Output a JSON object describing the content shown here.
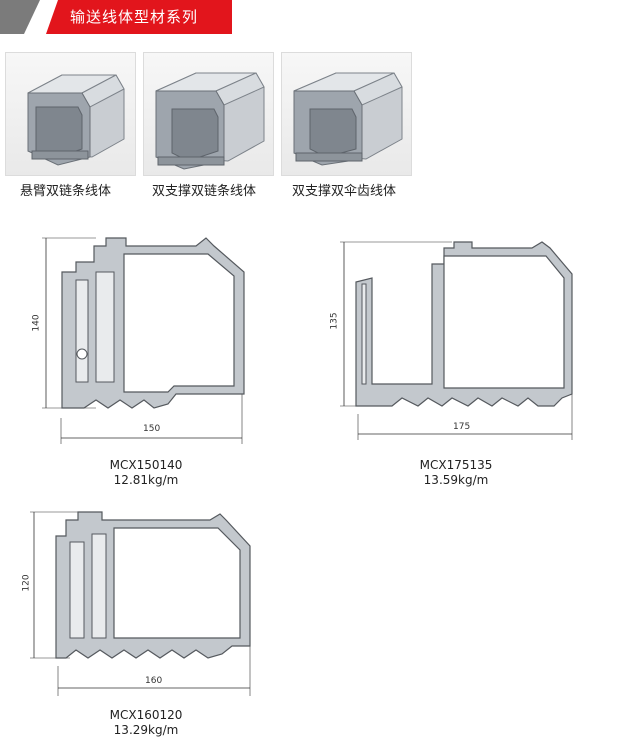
{
  "header": {
    "title": "输送线体型材系列"
  },
  "photos": [
    {
      "caption": "悬臂双链条线体"
    },
    {
      "caption": "双支撑双链条线体"
    },
    {
      "caption": "双支撑双伞齿线体"
    }
  ],
  "drawings": [
    {
      "model": "MCX150140",
      "weight": "12.81kg/m",
      "width": "150",
      "height": "140"
    },
    {
      "model": "MCX175135",
      "weight": "13.59kg/m",
      "width": "175",
      "height": "135"
    },
    {
      "model": "MCX160120",
      "weight": "13.29kg/m",
      "width": "160",
      "height": "120"
    }
  ],
  "colors": {
    "accent": "#e2151c",
    "profile_fill": "#b8bec4",
    "profile_stroke": "#55595e"
  }
}
